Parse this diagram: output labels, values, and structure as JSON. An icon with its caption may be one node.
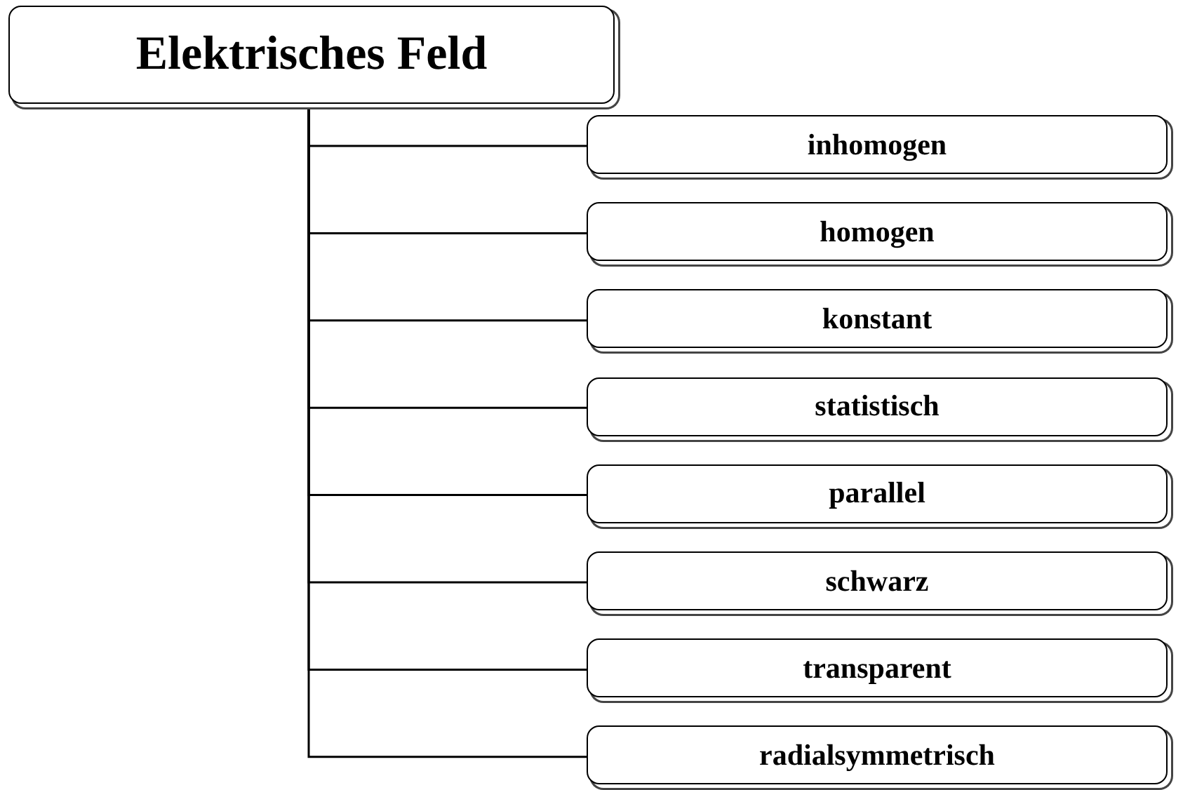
{
  "diagram": {
    "nodes": [
      {
        "text": [
          "Elektrisches Feld"
        ]
      },
      {
        "text": [
          "inhomogen"
        ]
      },
      {
        "text": [
          "homogen"
        ]
      },
      {
        "text": [
          "konstant"
        ]
      },
      {
        "text": [
          "statistisch"
        ]
      },
      {
        "text": [
          "parallel"
        ]
      },
      {
        "text": [
          "schwarz"
        ]
      },
      {
        "text": [
          "transparent"
        ]
      },
      {
        "text": [
          "radialsymmetrisch"
        ]
      }
    ],
    "edges": [
      {
        "from": 0,
        "to": 1,
        "arrow": "none"
      },
      {
        "from": 0,
        "to": 2,
        "arrow": "none"
      },
      {
        "from": 0,
        "to": 3,
        "arrow": "none"
      },
      {
        "from": 0,
        "to": 4,
        "arrow": "none"
      },
      {
        "from": 0,
        "to": 5,
        "arrow": "none"
      },
      {
        "from": 0,
        "to": 6,
        "arrow": "none"
      },
      {
        "from": 0,
        "to": 7,
        "arrow": "none"
      },
      {
        "from": 0,
        "to": 8,
        "arrow": "none"
      }
    ]
  }
}
